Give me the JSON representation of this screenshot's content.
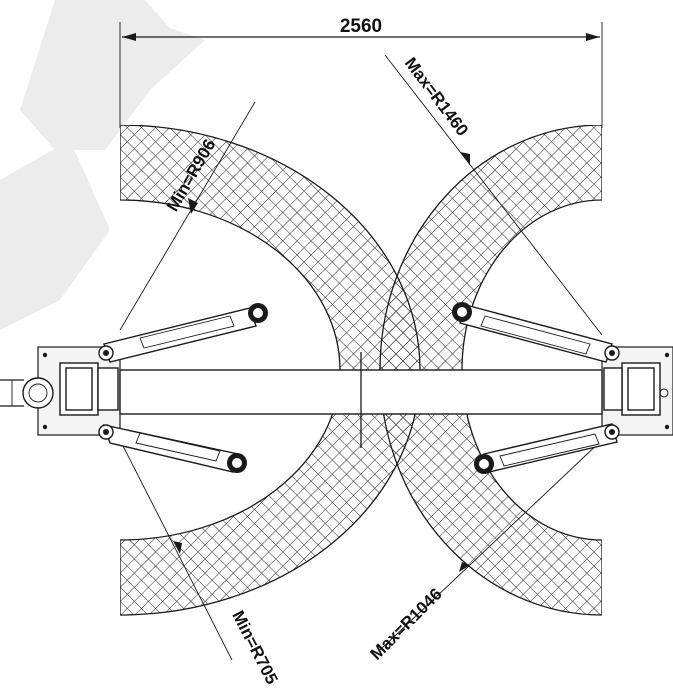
{
  "dimensions": {
    "overall_width": "2560",
    "min_radius_top": "Min=R906",
    "max_radius_top": "Max=R1460",
    "min_radius_bottom": "Min=R705",
    "max_radius_bottom": "Max=R1046"
  },
  "colors": {
    "line": "#1a1a1a",
    "hatch": "#2a2a2a",
    "watermark": "#eaeaea",
    "background": "#ffffff"
  }
}
